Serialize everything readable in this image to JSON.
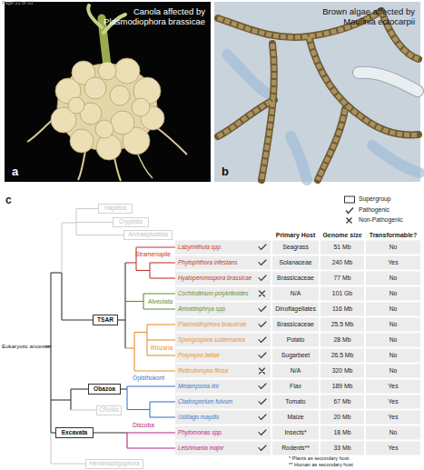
{
  "diagram": {
    "nodes": [
      {
        "text": [
          "Canola affected by Plasmodiophora brassicae",
          "a"
        ]
      },
      {
        "text": [
          "Brown algae affected by Maulinia ectocarpii",
          "b"
        ]
      },
      {
        "text": [
          "Haptista"
        ]
      },
      {
        "text": [
          "Cryptista"
        ]
      },
      {
        "text": [
          "Archaeplastida"
        ]
      },
      {
        "text": [
          "TSAR"
        ]
      },
      {
        "text": [
          "Obazoa"
        ]
      },
      {
        "text": [
          "CRuMs"
        ]
      },
      {
        "text": [
          "Excavata"
        ]
      },
      {
        "text": [
          "Hemimastigophora"
        ]
      }
    ],
    "labels": [
      "Page 31 of 53",
      "c",
      "Eukaryotic ancestor",
      "Stramenopile",
      "Alveolata",
      "Rhizaria",
      "Opisthokont",
      "Discoba",
      "Primary Host",
      "Genome size",
      "Transformable?",
      "Labyrinthula spp.",
      "Seagrass",
      "51 Mb",
      "No",
      "Phytophthora infestans",
      "Solanaceae",
      "240 Mb",
      "Yes",
      "Hyaloperonospora brassicae",
      "Brassicaceae",
      "77 Mb",
      "No",
      "Cochlodinium polykrikoides",
      "N/A",
      "101 Gb",
      "No",
      "Amoebophrya spp.",
      "Dinoflagellates",
      "116 Mb",
      "No",
      "Plasmodiophora brassicae",
      "Brassicaceae",
      "25.5 Mb",
      "No",
      "Spongospora subterranea",
      "Potato",
      "28 Mb",
      "No",
      "Polymyxa betae",
      "Sugarbeet",
      "26.5 Mb",
      "No",
      "Reticulomyxa filosa",
      "N/A",
      "320 Mb",
      "No",
      "Melampsora lini",
      "Flax",
      "189 Mb",
      "Yes",
      "Cladosporium fulvum",
      "Tomato",
      "67 Mb",
      "Yes",
      "Ustilago maydis",
      "Maize",
      "20 Mb",
      "Yes",
      "Phytomonas spp.",
      "Insects*",
      "18 Mb",
      "No",
      "Leishmania major",
      "Rodents**",
      "33 Mb",
      "Yes",
      "* Plants as secondary host",
      "** Human as secondary host"
    ],
    "legend": [
      {
        "text": "Supergroup"
      },
      {
        "text": "Pathogenic"
      },
      {
        "text": "Non-Pathogenic"
      }
    ]
  }
}
